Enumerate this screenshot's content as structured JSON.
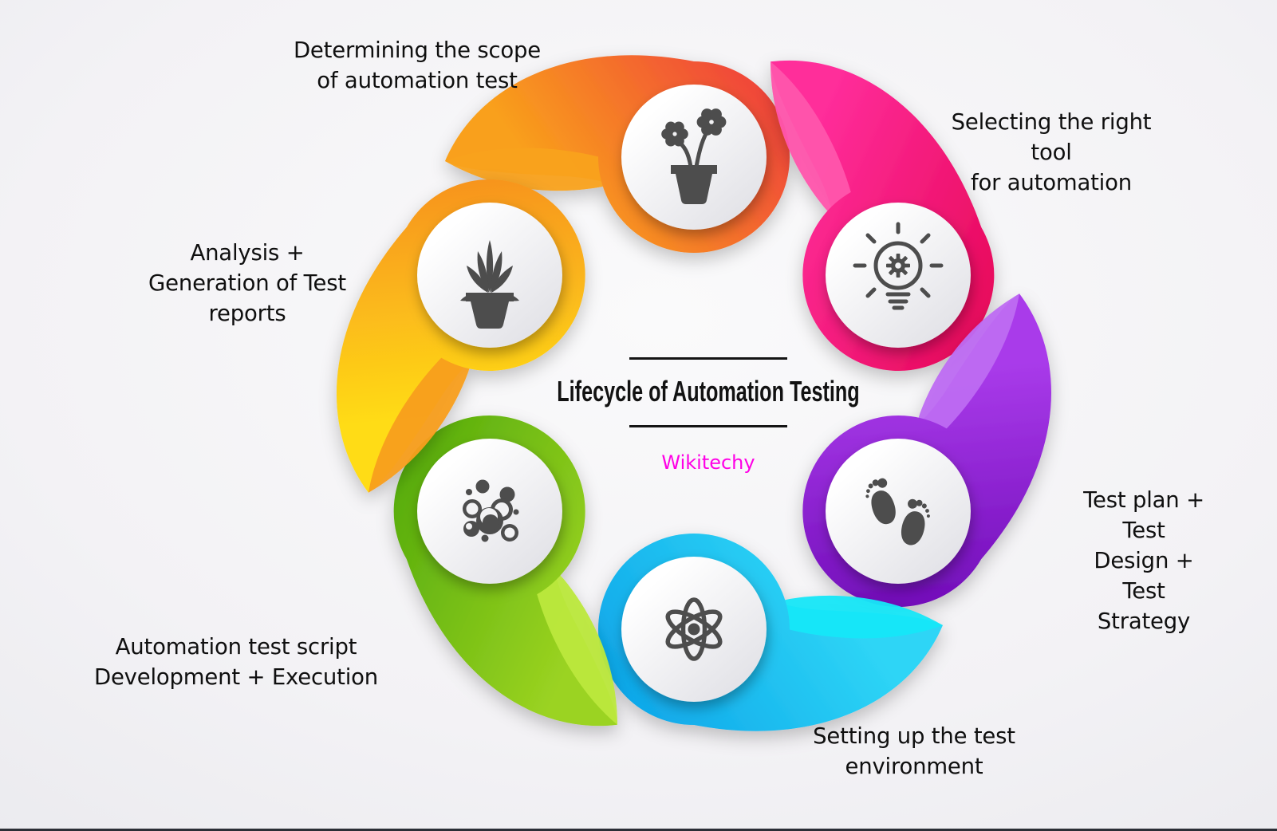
{
  "title": {
    "heading": "Lifecycle of Automation Testing",
    "brand": "Wikitechy"
  },
  "colors": {
    "icon": "#4d4d4d",
    "label_text": "#0f0f0f",
    "brand": "#ff00e6",
    "background": "#f3f2f5",
    "bottom_edge": "#2b2e36"
  },
  "nodes": [
    {
      "name": "determining-scope",
      "label": "Determining the scope\nof automation test",
      "icon": "flower-pot-icon",
      "c1": "#F9A01B",
      "c2": "#EF3A3E",
      "fold": "#F9A21D"
    },
    {
      "name": "selecting-tool",
      "label": "Selecting the right tool\nfor automation",
      "icon": "bulb-gear-icon",
      "c1": "#FF2D9A",
      "c2": "#E50554",
      "fold": "#FF55AC"
    },
    {
      "name": "test-plan-design-strategy",
      "label": "Test plan + Test\nDesign + Test\nStrategy",
      "icon": "footprints-icon",
      "c1": "#A93BEA",
      "c2": "#6C08B4",
      "fold": "#BE6CF2"
    },
    {
      "name": "setup-test-environment",
      "label": "Setting up the test\nenvironment",
      "icon": "atom-icon",
      "c1": "#2ED5F6",
      "c2": "#0BA2E8",
      "fold": "#18E7F8"
    },
    {
      "name": "script-development-execution",
      "label": "Automation test script\nDevelopment + Execution",
      "icon": "bubbles-icon",
      "c1": "#9BD321",
      "c2": "#4FA80A",
      "fold": "#BCE83C"
    },
    {
      "name": "analysis-test-reports",
      "label": "Analysis +\nGeneration of Test\nreports",
      "icon": "plant-icon",
      "c1": "#FFDC17",
      "c2": "#F68B1F",
      "fold": "#F89E1B"
    }
  ]
}
